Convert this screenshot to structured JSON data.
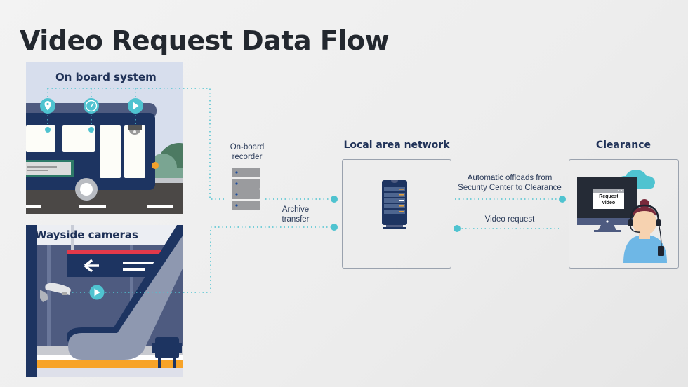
{
  "title": "Video Request Data Flow",
  "panels": {
    "onboard": {
      "label": "On board system",
      "icons": [
        "location-pin-icon",
        "speedometer-icon",
        "play-icon"
      ]
    },
    "wayside": {
      "label": "Wayside cameras"
    }
  },
  "nodes": {
    "recorder": {
      "label_line1": "On-board",
      "label_line2": "recorder"
    },
    "archive": {
      "label_line1": "Archive",
      "label_line2": "transfer"
    },
    "lan": {
      "heading": "Local area network"
    },
    "clearance": {
      "heading": "Clearance",
      "screen_line1": "Request",
      "screen_line2": "video"
    }
  },
  "flows": {
    "offload": {
      "line1": "Automatic offloads from",
      "line2": "Security Center to Clearance"
    },
    "request": {
      "label": "Video request"
    }
  },
  "colors": {
    "accent": "#4fc3d0",
    "navy": "#1d3461",
    "title": "#23282f"
  }
}
